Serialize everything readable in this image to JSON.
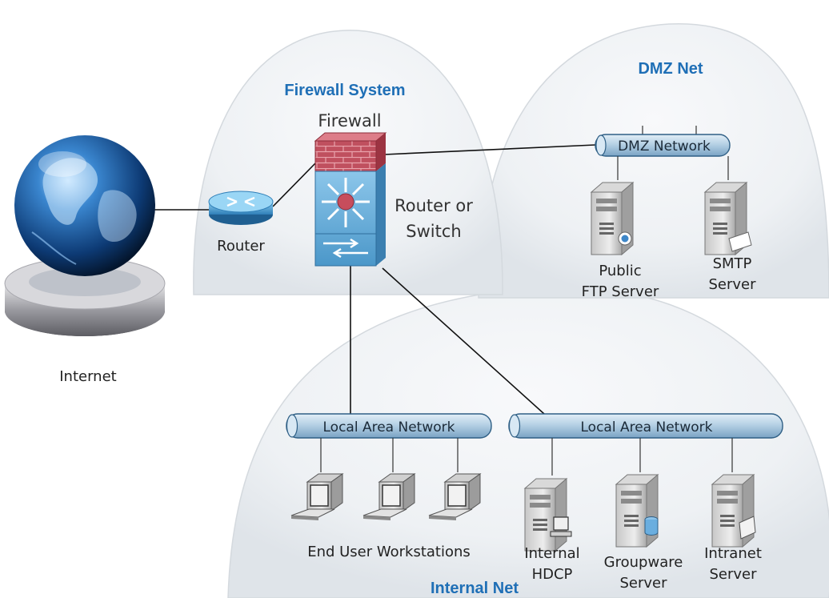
{
  "colors": {
    "accent": "#1f6fb6",
    "dome_fill": "#e9edf1",
    "pipe_fill": "#b9d3e6",
    "firewall_brick": "#c0505f",
    "switch_fill": "#6fb2dc"
  },
  "zones": {
    "firewall_system": "Firewall System",
    "dmz_net": "DMZ Net",
    "internal_net": "Internal Net"
  },
  "nodes": {
    "internet": "Internet",
    "router": "Router",
    "firewall": "Firewall",
    "router_switch_line1": "Router or",
    "router_switch_line2": "Switch",
    "dmz_network": "DMZ Network",
    "lan_left": "Local Area Network",
    "lan_right": "Local Area Network",
    "public_ftp_line1": "Public",
    "public_ftp_line2": "FTP Server",
    "smtp_line1": "SMTP",
    "smtp_line2": "Server",
    "workstations": "End User Workstations",
    "internal_hdcp_line1": "Internal",
    "internal_hdcp_line2": "HDCP",
    "groupware_line1": "Groupware",
    "groupware_line2": "Server",
    "intranet_line1": "Intranet",
    "intranet_line2": "Server"
  },
  "icons": [
    "globe-icon",
    "router-icon",
    "firewall-icon",
    "switch-icon",
    "server-icon",
    "workstation-icon",
    "network-pipe-icon"
  ]
}
